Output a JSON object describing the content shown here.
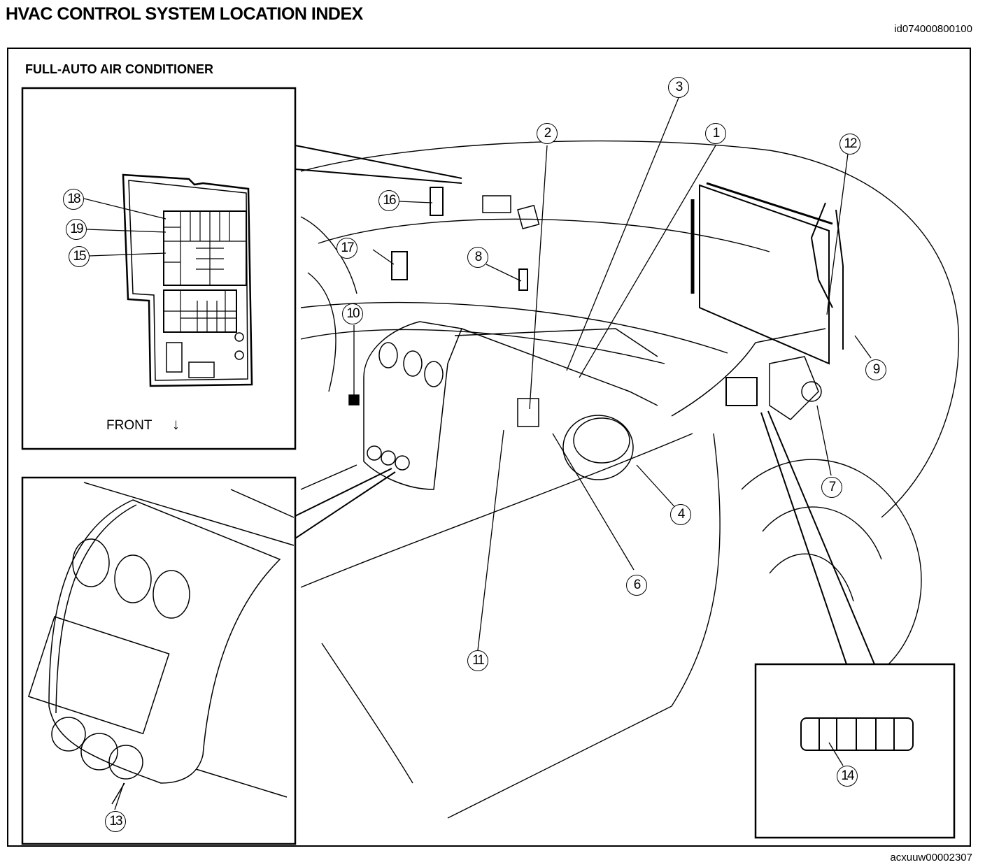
{
  "header": {
    "title": "HVAC CONTROL SYSTEM LOCATION INDEX",
    "doc_id": "id074000800100"
  },
  "figure": {
    "subtitle": "FULL-AUTO AIR CONDITIONER",
    "front_label": "FRONT",
    "front_arrow": "↓",
    "figure_id": "acxuuw00002307"
  },
  "callouts": {
    "c1": "1",
    "c2": "2",
    "c3": "3",
    "c4": "4",
    "c6": "6",
    "c7": "7",
    "c8": "8",
    "c9": "9",
    "c10": "10",
    "c11": "11",
    "c12": "12",
    "c13": "13",
    "c14": "14",
    "c15": "15",
    "c16": "16",
    "c17": "17",
    "c18": "18",
    "c19": "19"
  },
  "insets": [
    {
      "name": "fuse-block-inset",
      "callouts": [
        "18",
        "19",
        "15"
      ]
    },
    {
      "name": "climate-control-panel-inset",
      "callouts": [
        "13"
      ]
    },
    {
      "name": "relay-connector-inset",
      "callouts": [
        "14"
      ]
    }
  ]
}
